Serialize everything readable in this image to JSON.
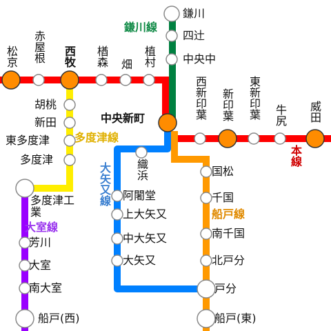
{
  "colors": {
    "main_line": "#ff0000",
    "kamakawa_line": "#008040",
    "tadotsu_line": "#ffee00",
    "yanagata_line": "#0080ff",
    "funado_line": "#ff9900",
    "omuro_line": "#9900ff",
    "major_station": "#ff8c00",
    "label_main": "#d00000",
    "label_kamakawa": "#108a46",
    "label_tadotsu": "#e0b000",
    "label_yanagata": "#3a7fd0",
    "label_funado": "#e08a00",
    "label_omuro": "#9933ee"
  },
  "lines": {
    "main": "本線",
    "kamakawa": "鎌川線",
    "tadotsu": "多度津線",
    "yanagata": "大矢又線",
    "funado": "船戸線",
    "omuro": "大室線"
  },
  "stations": {
    "kamakawa": "鎌川",
    "yotsuji": "四辻",
    "chuochu": "中央中",
    "matsukyo": "松京",
    "akayane": "赤屋根",
    "nishimaki": "西牧",
    "masumori": "楢森",
    "hatake": "畑",
    "uemura": "植村",
    "chuoshinmachi": "中央新町",
    "nishishininba": "西新印葉",
    "shininba": "新印葉",
    "higashishininba": "東新印葉",
    "ushijiri": "牛尻",
    "iden": "威田",
    "kotou": "胡桃",
    "shinden": "新田",
    "higashitadotsu": "東多度津",
    "tadotsu": "多度津",
    "orihama": "織浜",
    "tadotsukogyo": "多度津工業",
    "aradodo": "阿闍堂",
    "kamioyamata": "上大矢又",
    "nakaoyamata": "中大矢又",
    "oyamata": "大矢又",
    "kunimatsu": "国松",
    "chikuni": "千国",
    "minamichikuni": "南千国",
    "kitatobun": "北戸分",
    "tobun": "戸分",
    "funado_east": "船戸(東)",
    "yoshikawa": "芳川",
    "omuro": "大室",
    "minamiomuro": "南大室",
    "funado_west": "船戸(西)"
  }
}
